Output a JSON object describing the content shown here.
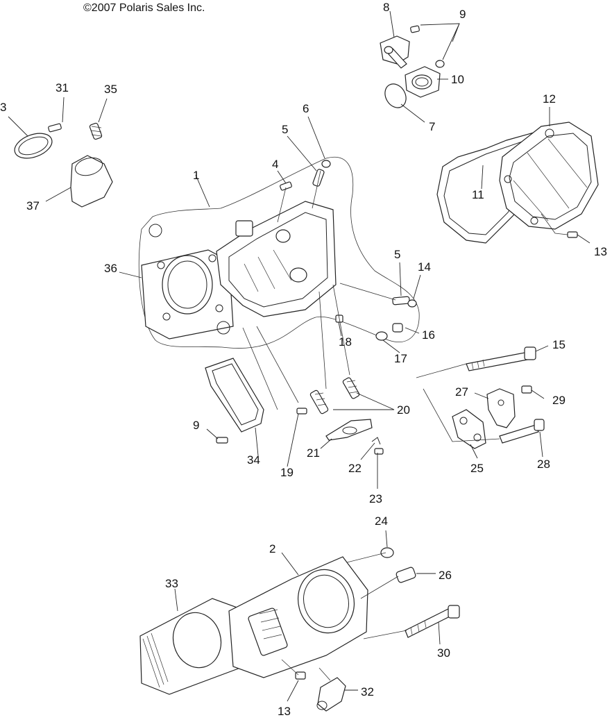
{
  "copyright": "©2007 Polaris Sales Inc.",
  "callouts": [
    {
      "id": "1",
      "text": "1"
    },
    {
      "id": "2",
      "text": "2"
    },
    {
      "id": "3",
      "text": "3"
    },
    {
      "id": "4",
      "text": "4"
    },
    {
      "id": "5a",
      "text": "5"
    },
    {
      "id": "5b",
      "text": "5"
    },
    {
      "id": "6",
      "text": "6"
    },
    {
      "id": "7",
      "text": "7"
    },
    {
      "id": "8",
      "text": "8"
    },
    {
      "id": "9a",
      "text": "9"
    },
    {
      "id": "9b",
      "text": "9"
    },
    {
      "id": "10",
      "text": "10"
    },
    {
      "id": "11",
      "text": "11"
    },
    {
      "id": "12",
      "text": "12"
    },
    {
      "id": "13a",
      "text": "13"
    },
    {
      "id": "13b",
      "text": "13"
    },
    {
      "id": "14",
      "text": "14"
    },
    {
      "id": "15",
      "text": "15"
    },
    {
      "id": "16",
      "text": "16"
    },
    {
      "id": "17",
      "text": "17"
    },
    {
      "id": "18",
      "text": "18"
    },
    {
      "id": "19",
      "text": "19"
    },
    {
      "id": "20",
      "text": "20"
    },
    {
      "id": "21",
      "text": "21"
    },
    {
      "id": "22",
      "text": "22"
    },
    {
      "id": "23",
      "text": "23"
    },
    {
      "id": "24",
      "text": "24"
    },
    {
      "id": "25",
      "text": "25"
    },
    {
      "id": "26",
      "text": "26"
    },
    {
      "id": "27",
      "text": "27"
    },
    {
      "id": "28",
      "text": "28"
    },
    {
      "id": "29",
      "text": "29"
    },
    {
      "id": "30",
      "text": "30"
    },
    {
      "id": "31",
      "text": "31"
    },
    {
      "id": "32",
      "text": "32"
    },
    {
      "id": "33",
      "text": "33"
    },
    {
      "id": "34",
      "text": "34"
    },
    {
      "id": "35",
      "text": "35"
    },
    {
      "id": "36",
      "text": "36"
    },
    {
      "id": "37",
      "text": "37"
    }
  ]
}
